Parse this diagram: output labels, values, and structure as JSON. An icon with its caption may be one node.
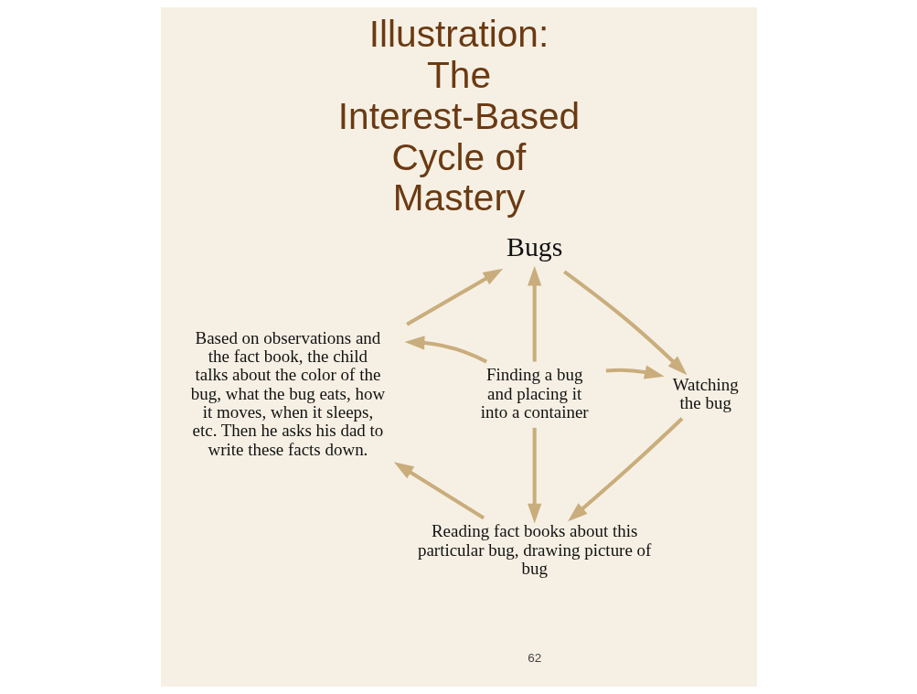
{
  "diagram": {
    "title": "Illustration: The Interest-Based Cycle of Mastery",
    "nodes": [
      {
        "text": [
          "Bugs"
        ]
      },
      {
        "text": [
          "Based on observations and the fact book, the child talks about the color of the bug, what the bug eats, how it moves, when it sleeps, etc. Then he asks his dad to write these facts down."
        ]
      },
      {
        "text": [
          "Finding a bug and placing it into a container"
        ]
      },
      {
        "text": [
          "Watching the bug"
        ]
      },
      {
        "text": [
          "Reading fact books about this particular bug, drawing picture of bug"
        ]
      }
    ],
    "edges": [
      {
        "from": 0,
        "to": 3,
        "arrow": "to"
      },
      {
        "from": 3,
        "to": 4,
        "arrow": "to"
      },
      {
        "from": 4,
        "to": 1,
        "arrow": "to"
      },
      {
        "from": 1,
        "to": 0,
        "arrow": "to"
      },
      {
        "from": 2,
        "to": 0,
        "arrow": "to"
      },
      {
        "from": 2,
        "to": 3,
        "arrow": "to"
      },
      {
        "from": 2,
        "to": 4,
        "arrow": "to"
      },
      {
        "from": 2,
        "to": 1,
        "arrow": "to"
      }
    ],
    "labels": [
      "62"
    ]
  }
}
